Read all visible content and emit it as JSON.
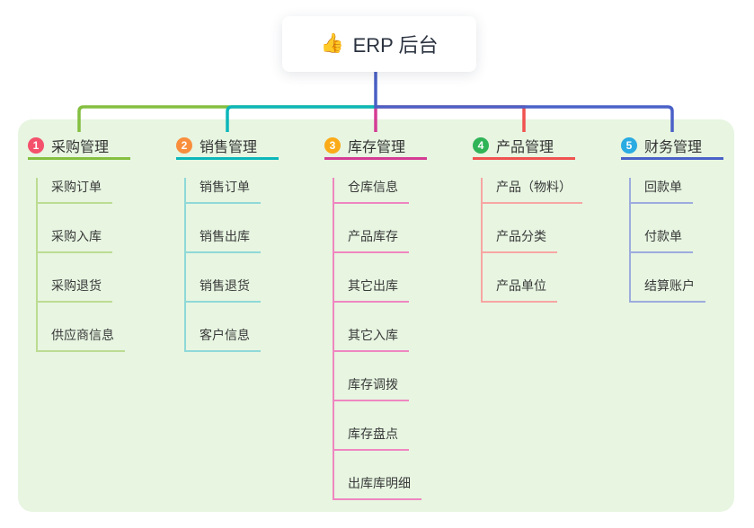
{
  "root": {
    "icon": "👍",
    "label": "ERP 后台"
  },
  "branches": [
    {
      "id": 1,
      "label": "采购管理",
      "color": "#84bf40",
      "light_color": "#bcdc92",
      "badge_color": "#f4516c",
      "children": [
        "采购订单",
        "采购入库",
        "采购退货",
        "供应商信息"
      ]
    },
    {
      "id": 2,
      "label": "销售管理",
      "color": "#0cb7ba",
      "light_color": "#8fd9d8",
      "badge_color": "#f98e3d",
      "children": [
        "销售订单",
        "销售出库",
        "销售退货",
        "客户信息"
      ]
    },
    {
      "id": 3,
      "label": "库存管理",
      "color": "#d43c94",
      "light_color": "#ef86c0",
      "badge_color": "#fbab18",
      "children": [
        "仓库信息",
        "产品库存",
        "其它出库",
        "其它入库",
        "库存调拨",
        "库存盘点",
        "出库库明细"
      ]
    },
    {
      "id": 4,
      "label": "产品管理",
      "color": "#f05250",
      "light_color": "#f7a6a3",
      "badge_color": "#2fb457",
      "children": [
        "产品（物料）",
        "产品分类",
        "产品单位"
      ]
    },
    {
      "id": 5,
      "label": "财务管理",
      "color": "#4a61c8",
      "light_color": "#9dabde",
      "badge_color": "#2aabe2",
      "children": [
        "回款单",
        "付款单",
        "结算账户"
      ]
    }
  ],
  "colors": {
    "page_bg": "#ffffff",
    "panel_bg": "#e7f5e1",
    "root_line": "#4a5fc4",
    "text": "#333333",
    "root_text": "#2b3340"
  }
}
